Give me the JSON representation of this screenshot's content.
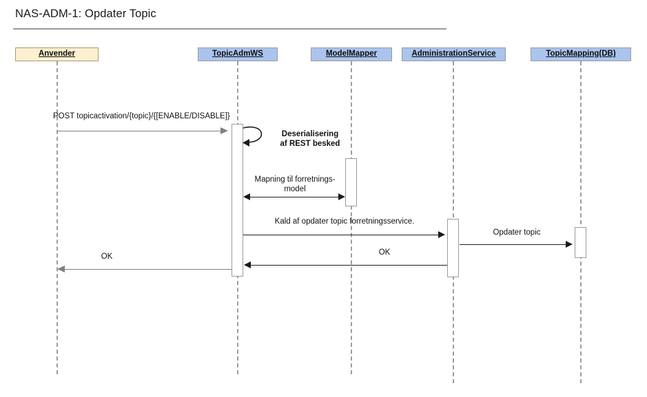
{
  "diagram": {
    "title": "NAS-ADM-1: Opdater Topic",
    "type": "sequence-diagram",
    "colors": {
      "actor_user_fill": "#fdf0d0",
      "actor_user_border": "#a99a72",
      "actor_fill": "#aac4ee",
      "actor_border": "#9b9b9b",
      "lifeline": "#9d9d9d",
      "message_gray": "#808080",
      "message_black": "#202020",
      "text": "#111111"
    }
  },
  "participants": [
    {
      "id": "anvender",
      "label": "Anvender",
      "kind": "user"
    },
    {
      "id": "topicadmws",
      "label": "TopicAdmWS",
      "kind": "component"
    },
    {
      "id": "modelmapper",
      "label": "ModelMapper",
      "kind": "component"
    },
    {
      "id": "administrationservice",
      "label": "AdministrationService",
      "kind": "component"
    },
    {
      "id": "topicmapping",
      "label": "TopicMapping(DB)",
      "kind": "component"
    }
  ],
  "messages": [
    {
      "id": "m1",
      "label": "POST topicactivation/{topic}/{[ENABLE/DISABLE]}",
      "from": "anvender",
      "to": "topicadmws",
      "direction": "right",
      "style": "gray"
    },
    {
      "id": "m2",
      "label_line1": "Deserialisering",
      "label_line2": "af REST besked",
      "from": "topicadmws",
      "to": "topicadmws",
      "direction": "self",
      "style": "black"
    },
    {
      "id": "m3",
      "label_line1": "Mapning til forretnings-",
      "label_line2": "model",
      "from": "topicadmws",
      "to": "modelmapper",
      "direction": "both",
      "style": "black"
    },
    {
      "id": "m4",
      "label": "Kald af opdater topic forretningsservice.",
      "from": "topicadmws",
      "to": "administrationservice",
      "direction": "right",
      "style": "black"
    },
    {
      "id": "m5",
      "label": "Opdater topic",
      "from": "administrationservice",
      "to": "topicmapping",
      "direction": "right",
      "style": "black"
    },
    {
      "id": "m6",
      "label": "OK",
      "from": "administrationservice",
      "to": "topicadmws",
      "direction": "left",
      "style": "black"
    },
    {
      "id": "m7",
      "label": "OK",
      "from": "topicadmws",
      "to": "anvender",
      "direction": "left",
      "style": "gray"
    }
  ]
}
